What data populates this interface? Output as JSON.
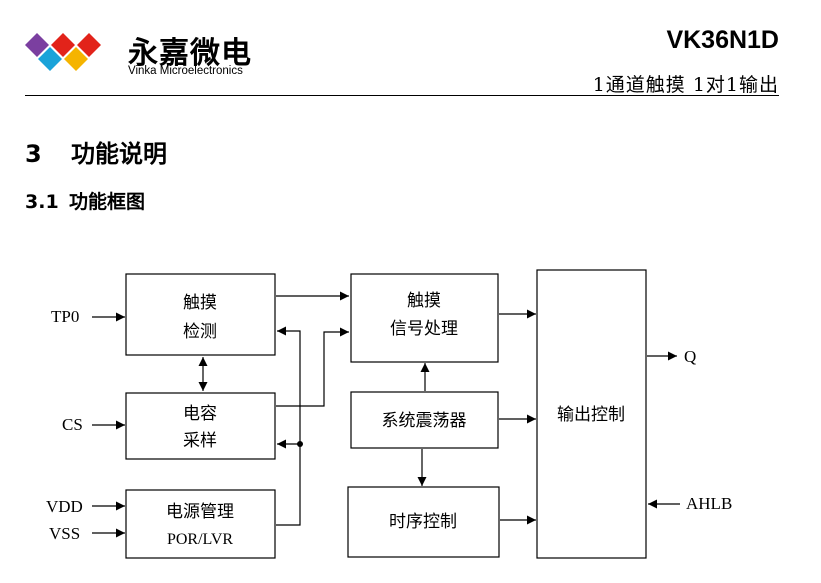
{
  "header": {
    "brand_cn": "永嘉微电",
    "brand_en": "Vinka Microelectronics",
    "part_number": "VK36N1D",
    "subtitle": "1通道触摸 1对1输出",
    "logo_colors": [
      "#7b3fa0",
      "#1aa3d9",
      "#f5b400",
      "#e2231a"
    ]
  },
  "section": {
    "number": "3",
    "title": "功能说明"
  },
  "subsection": {
    "number": "3.1",
    "title": "功能框图"
  },
  "diagram": {
    "blocks": {
      "touch_detect": {
        "line1": "触摸",
        "line2": "检测"
      },
      "cap_sample": {
        "line1": "电容",
        "line2": "采样"
      },
      "power_mgmt": {
        "line1": "电源管理",
        "line2": "POR/LVR"
      },
      "touch_signal": {
        "line1": "触摸",
        "line2": "信号处理"
      },
      "oscillator": {
        "line1": "系统震荡器"
      },
      "timing": {
        "line1": "时序控制"
      },
      "output_ctrl": {
        "line1": "输出控制"
      }
    },
    "pins": {
      "tp0": "TP0",
      "cs": "CS",
      "vdd": "VDD",
      "vss": "VSS",
      "q": "Q",
      "ahlb": "AHLB"
    }
  }
}
